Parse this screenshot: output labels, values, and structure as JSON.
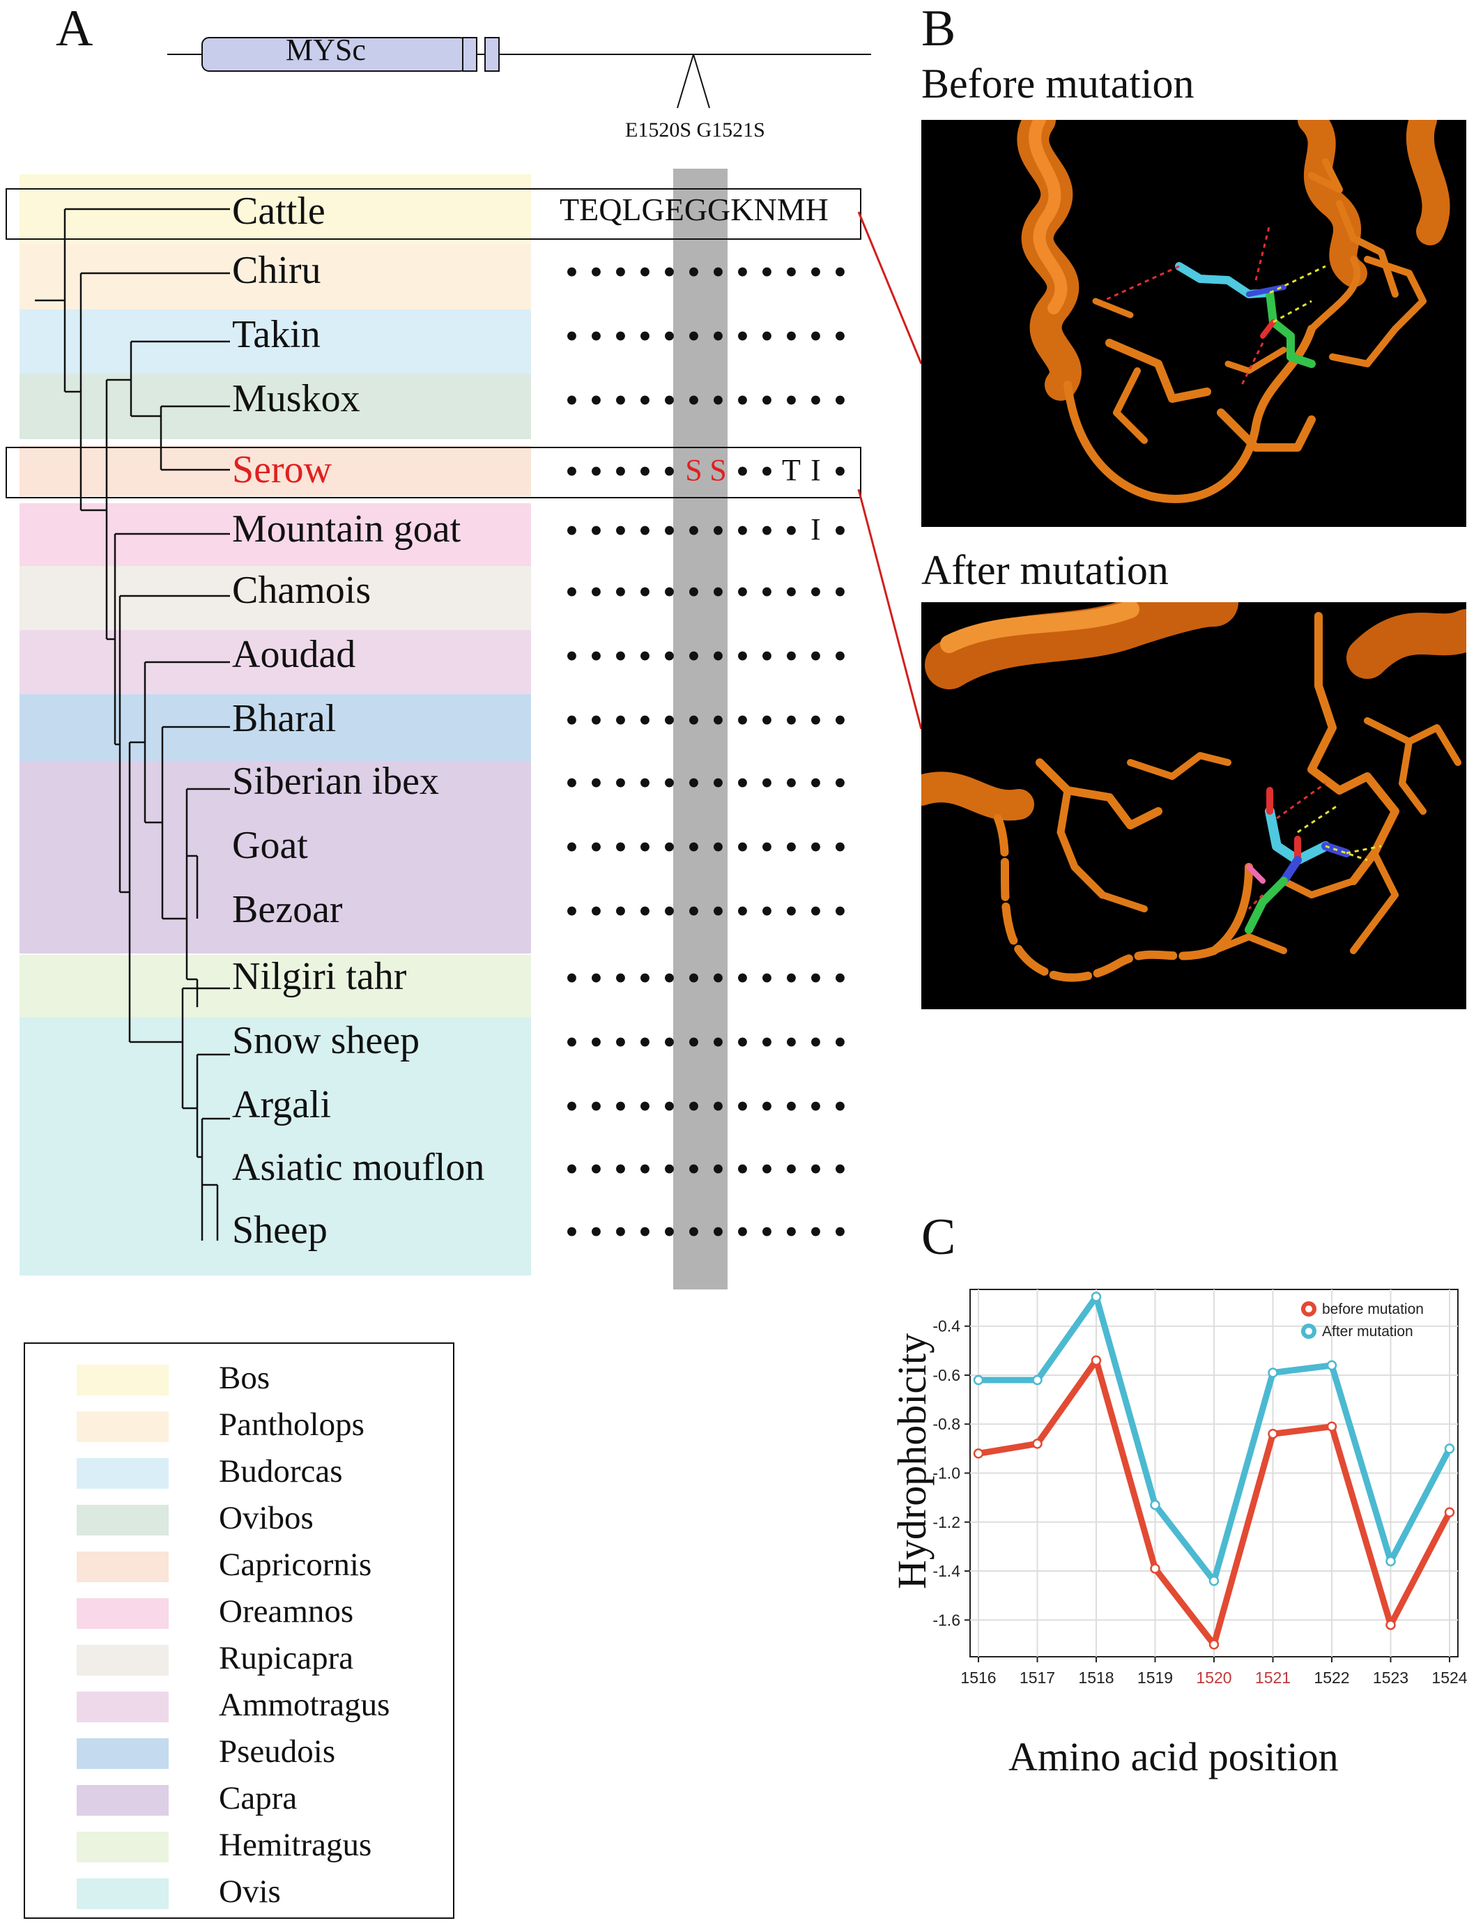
{
  "panels": {
    "a": "A",
    "b": "B",
    "c": "C"
  },
  "gene": {
    "domain_label": "MYSc",
    "mutation_label": "E1520S G1521S"
  },
  "alignment": {
    "reference_sequence": "TEQLGEGGKNMH",
    "species": [
      {
        "name": "Cattle",
        "color": "#fcf8d9",
        "residues": [
          "T",
          "E",
          "Q",
          "L",
          "G",
          "E",
          "G",
          "G",
          "K",
          "N",
          "M",
          "H"
        ],
        "highlight": false
      },
      {
        "name": "Chiru",
        "color": "#fdf1de",
        "residues": [
          "•",
          "•",
          "•",
          "•",
          "•",
          "•",
          "•",
          "•",
          "•",
          "•",
          "•",
          "•"
        ],
        "highlight": false
      },
      {
        "name": "Takin",
        "color": "#daeef8",
        "residues": [
          "•",
          "•",
          "•",
          "•",
          "•",
          "•",
          "•",
          "•",
          "•",
          "•",
          "•",
          "•"
        ],
        "highlight": false
      },
      {
        "name": "Muskox",
        "color": "#dbe9e0",
        "residues": [
          "•",
          "•",
          "•",
          "•",
          "•",
          "•",
          "•",
          "•",
          "•",
          "•",
          "•",
          "•"
        ],
        "highlight": false
      },
      {
        "name": "Serow",
        "color": "#fbe4d8",
        "residues": [
          "•",
          "•",
          "•",
          "•",
          "•",
          "S",
          "S",
          "•",
          "•",
          "T",
          "I",
          "•"
        ],
        "highlight": true
      },
      {
        "name": "Mountain goat",
        "color": "#f8d8e9",
        "residues": [
          "•",
          "•",
          "•",
          "•",
          "•",
          "•",
          "•",
          "•",
          "•",
          "•",
          "I",
          "•"
        ],
        "highlight": false
      },
      {
        "name": "Chamois",
        "color": "#f1ede8",
        "residues": [
          "•",
          "•",
          "•",
          "•",
          "•",
          "•",
          "•",
          "•",
          "•",
          "•",
          "•",
          "•"
        ],
        "highlight": false
      },
      {
        "name": "Aoudad",
        "color": "#eed9eb",
        "residues": [
          "•",
          "•",
          "•",
          "•",
          "•",
          "•",
          "•",
          "•",
          "•",
          "•",
          "•",
          "•"
        ],
        "highlight": false
      },
      {
        "name": "Bharal",
        "color": "#c4dbef",
        "residues": [
          "•",
          "•",
          "•",
          "•",
          "•",
          "•",
          "•",
          "•",
          "•",
          "•",
          "•",
          "•"
        ],
        "highlight": false
      },
      {
        "name": "Siberian ibex",
        "color": "#ddcfe6",
        "residues": [
          "•",
          "•",
          "•",
          "•",
          "•",
          "•",
          "•",
          "•",
          "•",
          "•",
          "•",
          "•"
        ],
        "highlight": false
      },
      {
        "name": "Goat",
        "color": "#ddcfe6",
        "residues": [
          "•",
          "•",
          "•",
          "•",
          "•",
          "•",
          "•",
          "•",
          "•",
          "•",
          "•",
          "•"
        ],
        "highlight": false
      },
      {
        "name": "Bezoar",
        "color": "#ddcfe6",
        "residues": [
          "•",
          "•",
          "•",
          "•",
          "•",
          "•",
          "•",
          "•",
          "•",
          "•",
          "•",
          "•"
        ],
        "highlight": false
      },
      {
        "name": "Nilgiri tahr",
        "color": "#ebf4df",
        "residues": [
          "•",
          "•",
          "•",
          "•",
          "•",
          "•",
          "•",
          "•",
          "•",
          "•",
          "•",
          "•"
        ],
        "highlight": false
      },
      {
        "name": "Snow sheep",
        "color": "#d7f0f0",
        "residues": [
          "•",
          "•",
          "•",
          "•",
          "•",
          "•",
          "•",
          "•",
          "•",
          "•",
          "•",
          "•"
        ],
        "highlight": false
      },
      {
        "name": "Argali",
        "color": "#d7f0f0",
        "residues": [
          "•",
          "•",
          "•",
          "•",
          "•",
          "•",
          "•",
          "•",
          "•",
          "•",
          "•",
          "•"
        ],
        "highlight": false
      },
      {
        "name": "Asiatic mouflon",
        "color": "#d7f0f0",
        "residues": [
          "•",
          "•",
          "•",
          "•",
          "•",
          "•",
          "•",
          "•",
          "•",
          "•",
          "•",
          "•"
        ],
        "highlight": false
      },
      {
        "name": "Sheep",
        "color": "#d7f0f0",
        "residues": [
          "•",
          "•",
          "•",
          "•",
          "•",
          "•",
          "•",
          "•",
          "•",
          "•",
          "•",
          "•"
        ],
        "highlight": false
      }
    ],
    "mutant_color": "#e0201f",
    "highlight_column_color": "#b3b3b3"
  },
  "legend": [
    {
      "label": "Bos",
      "color": "#fcf8d9"
    },
    {
      "label": "Pantholops",
      "color": "#fdf1de"
    },
    {
      "label": "Budorcas",
      "color": "#daeef8"
    },
    {
      "label": "Ovibos",
      "color": "#dbe9e0"
    },
    {
      "label": "Capricornis",
      "color": "#fbe4d8"
    },
    {
      "label": "Oreamnos",
      "color": "#f8d8e9"
    },
    {
      "label": "Rupicapra",
      "color": "#f1ede8"
    },
    {
      "label": "Ammotragus",
      "color": "#eed9eb"
    },
    {
      "label": "Pseudois",
      "color": "#c4dbef"
    },
    {
      "label": "Capra",
      "color": "#ddcfe6"
    },
    {
      "label": "Hemitragus",
      "color": "#ebf4df"
    },
    {
      "label": "Ovis",
      "color": "#d7f0f0"
    }
  ],
  "structure": {
    "before_label": "Before mutation",
    "after_label": "After mutation",
    "protein_color": "#e07a18"
  },
  "chart_data": {
    "type": "line",
    "x": [
      1516,
      1517,
      1518,
      1519,
      1520,
      1521,
      1522,
      1523,
      1524
    ],
    "tick_labels": [
      "1516",
      "1517",
      "1518",
      "1519",
      "1520",
      "1521",
      "1522",
      "1523",
      "1524"
    ],
    "highlighted_ticks": [
      "1520",
      "1521"
    ],
    "highlight_color": "#c0393b",
    "series": [
      {
        "name": "before mutation",
        "color": "#e24a33",
        "values": [
          -0.92,
          -0.88,
          -0.54,
          -1.39,
          -1.7,
          -0.84,
          -0.81,
          -1.62,
          -1.16
        ]
      },
      {
        "name": "After mutation",
        "color": "#4bb9d1",
        "values": [
          -0.62,
          -0.62,
          -0.28,
          -1.13,
          -1.44,
          -0.59,
          -0.56,
          -1.36,
          -0.9
        ]
      }
    ],
    "ylim": [
      -1.75,
      -0.25
    ],
    "yticks": [
      "-0.4",
      "-0.6",
      "-0.8",
      "-1.0",
      "-1.2",
      "-1.4",
      "-1.6"
    ],
    "ytick_values": [
      -0.4,
      -0.6,
      -0.8,
      -1.0,
      -1.2,
      -1.4,
      -1.6
    ],
    "xlabel": "Amino acid position",
    "ylabel": "Hydrophobicity",
    "grid": true,
    "legend_position": "top-right"
  }
}
